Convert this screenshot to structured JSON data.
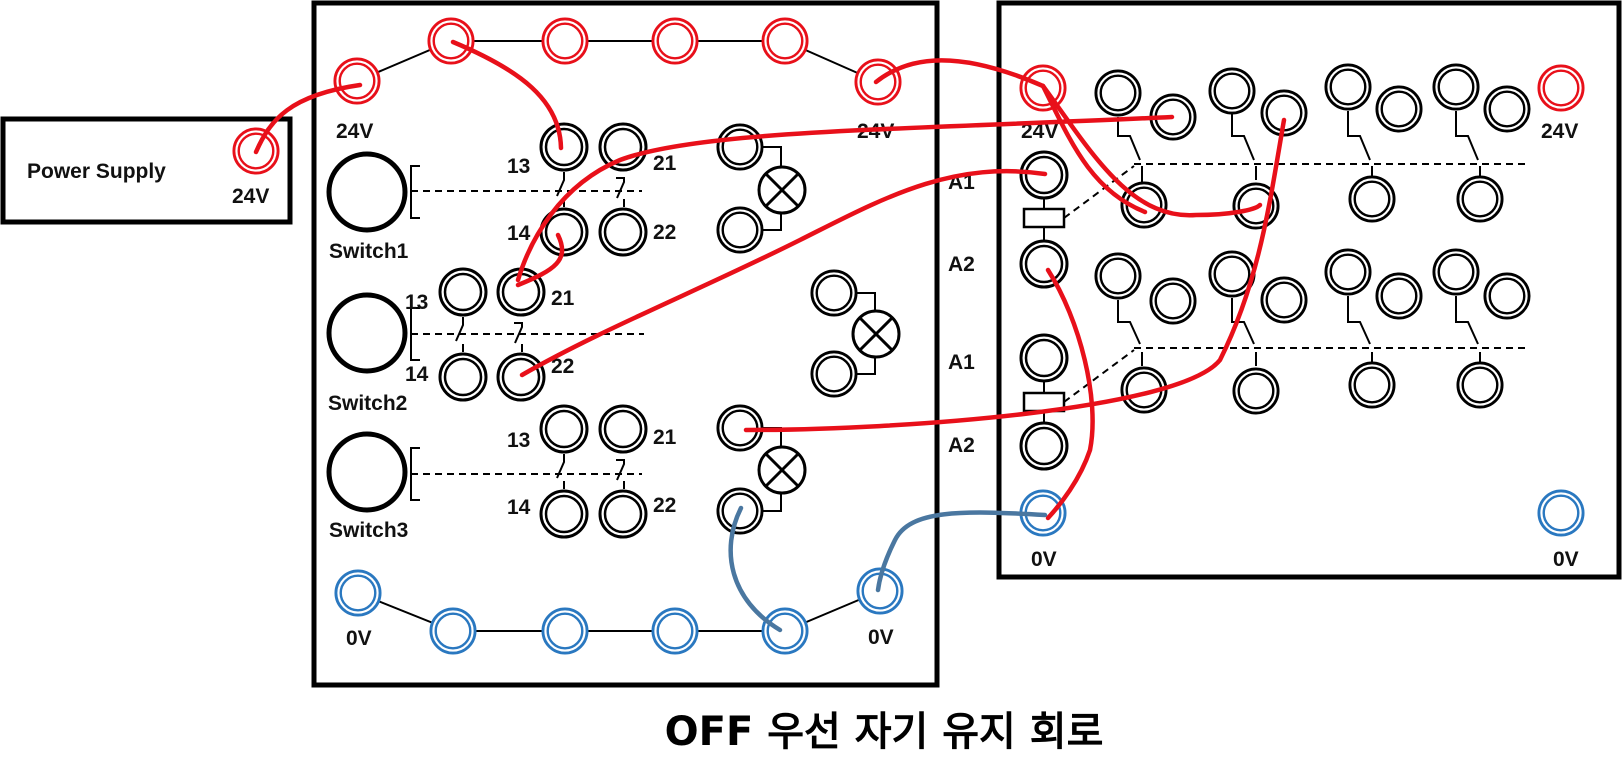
{
  "title": "OFF 우선 자기 유지 회로",
  "colors": {
    "positive": "#e8101a",
    "negative": "#2a78c0",
    "wire_positive": "#e8101a",
    "wire_negative": "#4a77a0",
    "frame": "#000000"
  },
  "power_supply": {
    "label": "Power Supply",
    "terminal_label": "24V"
  },
  "switch_panel": {
    "positive_labels": [
      "24V",
      "24V"
    ],
    "negative_labels": [
      "0V",
      "0V"
    ],
    "switches": [
      {
        "name": "Switch1",
        "no_top": "13",
        "no_bottom": "14",
        "nc_top": "21",
        "nc_bottom": "22"
      },
      {
        "name": "Switch2",
        "no_top": "13",
        "no_bottom": "14",
        "nc_top": "21",
        "nc_bottom": "22"
      },
      {
        "name": "Switch3",
        "no_top": "13",
        "no_bottom": "14",
        "nc_top": "21",
        "nc_bottom": "22"
      }
    ],
    "lamps": [
      "lamp-1",
      "lamp-2",
      "lamp-3"
    ]
  },
  "relay_panel": {
    "positive_labels": [
      "24V",
      "24V"
    ],
    "negative_labels": [
      "0V",
      "0V"
    ],
    "relays": [
      {
        "coil_top": "A1",
        "coil_bottom": "A2"
      },
      {
        "coil_top": "A1",
        "coil_bottom": "A2"
      }
    ]
  }
}
